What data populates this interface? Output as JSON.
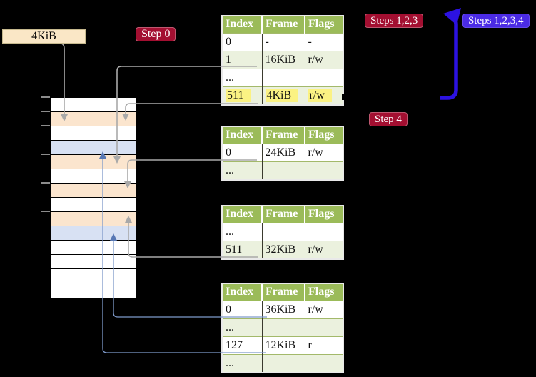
{
  "diagram": {
    "frame_label": "4KiB",
    "badges": [
      {
        "id": "step0",
        "text": "Step 0"
      },
      {
        "id": "steps123",
        "text": "Steps 1,2,3"
      },
      {
        "id": "steps1234",
        "text": "Steps 1,2,3,4"
      },
      {
        "id": "step4",
        "text": "Step 4"
      }
    ],
    "colors": {
      "badge_red": "#A30F31",
      "badge_blue": "#4B2BE5",
      "table_header_green": "#9BBB59",
      "table_row_green": "#EBF1DE",
      "highlight_yellow": "#FBF283",
      "frame_orange": "#FBE5CE",
      "frame_blue": "#D8E1F3",
      "label_cream": "#FAE7C6",
      "connector_gray": "#A9A9A9",
      "connector_blue": "#7E99C9",
      "loop_arrow_blue": "#2C12E2"
    },
    "memory_column": {
      "row_colors": [
        "white",
        "orange",
        "white",
        "blue",
        "orange",
        "white",
        "orange",
        "white",
        "orange",
        "blue",
        "white",
        "white",
        "white",
        "white"
      ],
      "tick_ys": [
        135,
        155,
        175,
        215,
        255,
        295
      ]
    },
    "page_tables": [
      {
        "name": "page-table-1",
        "headers": [
          "Index",
          "Frame",
          "Flags"
        ],
        "rows": [
          {
            "cells": [
              "0",
              "-",
              "-"
            ],
            "highlight": false
          },
          {
            "cells": [
              "1",
              "16KiB",
              "r/w"
            ],
            "highlight": false
          },
          {
            "cells": [
              "...",
              "",
              ""
            ],
            "highlight": false
          },
          {
            "cells": [
              "511",
              "4KiB",
              "r/w"
            ],
            "highlight": true
          }
        ]
      },
      {
        "name": "page-table-2",
        "headers": [
          "Index",
          "Frame",
          "Flags"
        ],
        "rows": [
          {
            "cells": [
              "0",
              "24KiB",
              "r/w"
            ],
            "highlight": false
          },
          {
            "cells": [
              "...",
              "",
              ""
            ],
            "highlight": false
          }
        ]
      },
      {
        "name": "page-table-3",
        "headers": [
          "Index",
          "Frame",
          "Flags"
        ],
        "rows": [
          {
            "cells": [
              "...",
              "",
              ""
            ],
            "highlight": false
          },
          {
            "cells": [
              "511",
              "32KiB",
              "r/w"
            ],
            "highlight": false
          }
        ]
      },
      {
        "name": "page-table-4",
        "headers": [
          "Index",
          "Frame",
          "Flags"
        ],
        "rows": [
          {
            "cells": [
              "0",
              "36KiB",
              "r/w"
            ],
            "highlight": false
          },
          {
            "cells": [
              "...",
              "",
              ""
            ],
            "highlight": false
          },
          {
            "cells": [
              "127",
              "12KiB",
              "r"
            ],
            "highlight": false
          },
          {
            "cells": [
              "...",
              "",
              ""
            ],
            "highlight": false
          }
        ]
      }
    ],
    "connections": [
      {
        "from": "label-4KiB",
        "to": "frame-4KiB",
        "style": "gray"
      },
      {
        "from": "table1.entry1-16KiB",
        "to": "frame-16KiB",
        "style": "gray"
      },
      {
        "from": "table1.entry511-4KiB",
        "to": "frame-4KiB",
        "style": "gray"
      },
      {
        "from": "table2.entry0-24KiB",
        "to": "frame-24KiB",
        "style": "gray"
      },
      {
        "from": "table3.entry511-32KiB",
        "to": "frame-32KiB",
        "style": "gray"
      },
      {
        "from": "table4.entry0-36KiB",
        "to": "frame-36KiB",
        "style": "blue"
      },
      {
        "from": "table4.entry127-12KiB",
        "to": "frame-12KiB",
        "style": "blue"
      },
      {
        "from": "table1.entry511",
        "to": "table1.top",
        "style": "loop-arrow"
      }
    ]
  }
}
